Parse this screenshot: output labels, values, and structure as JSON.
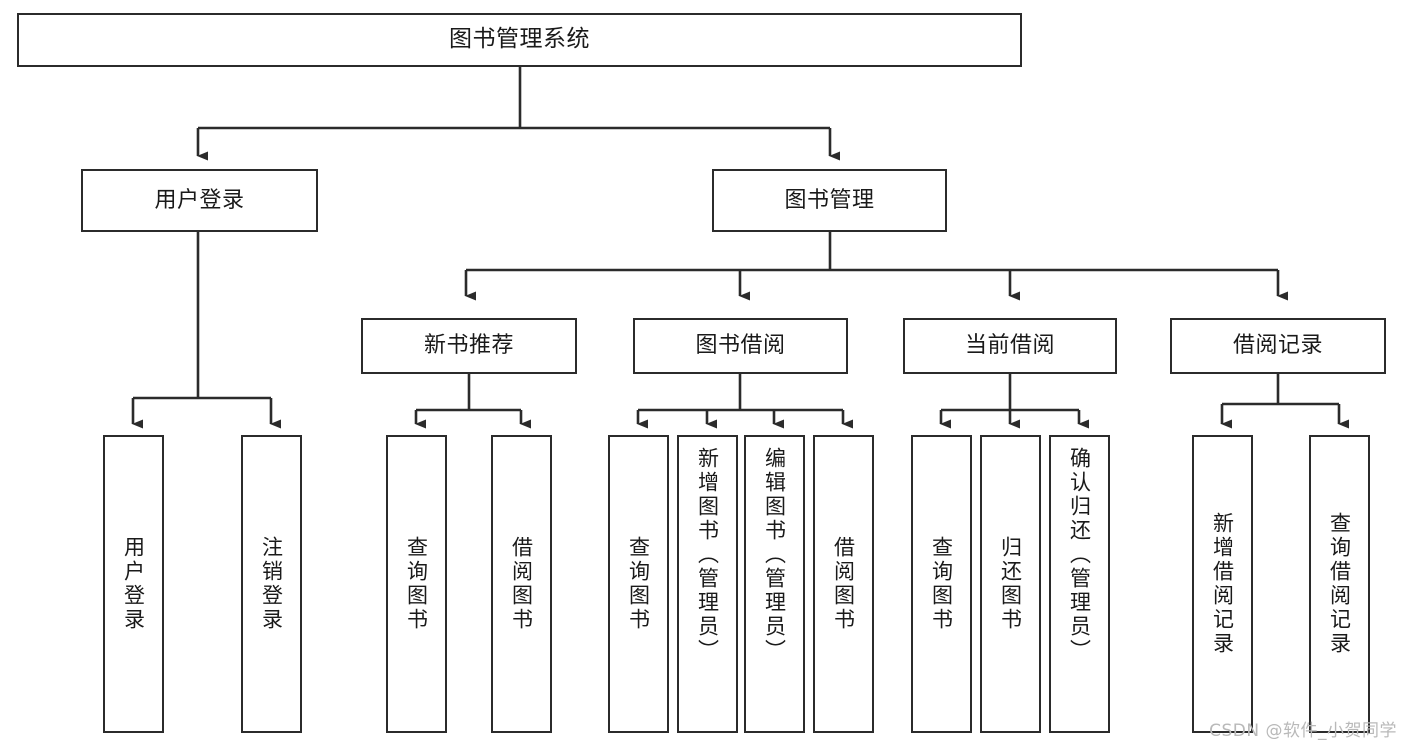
{
  "diagram": {
    "title": "图书管理系统",
    "type": "tree-hierarchy",
    "watermark": "CSDN @软件_小贺同学",
    "colors": {
      "background": "#ffffff",
      "box_border": "#2b2b2b",
      "box_fill": "#ffffff",
      "edge": "#2b2b2b",
      "text": "#1a1a1a",
      "watermark": "#b9b9b9"
    },
    "nodes": {
      "root": {
        "label": "图书管理系统"
      },
      "level2": [
        {
          "label": "用户登录"
        },
        {
          "label": "图书管理"
        }
      ],
      "level3": [
        {
          "label": "新书推荐"
        },
        {
          "label": "图书借阅"
        },
        {
          "label": "当前借阅"
        },
        {
          "label": "借阅记录"
        }
      ],
      "leaves": {
        "user_login": [
          {
            "label": "用户登录"
          },
          {
            "label": "注销登录"
          }
        ],
        "new_book_recommend": [
          {
            "label": "查询图书"
          },
          {
            "label": "借阅图书"
          }
        ],
        "book_borrow": [
          {
            "label": "查询图书"
          },
          {
            "label": "新增图书（管理员）"
          },
          {
            "label": "编辑图书（管理员）"
          },
          {
            "label": "借阅图书"
          }
        ],
        "current_borrow": [
          {
            "label": "查询图书"
          },
          {
            "label": "归还图书"
          },
          {
            "label": "确认归还（管理员）"
          }
        ],
        "borrow_record": [
          {
            "label": "新增借阅记录"
          },
          {
            "label": "查询借阅记录"
          }
        ]
      }
    }
  }
}
